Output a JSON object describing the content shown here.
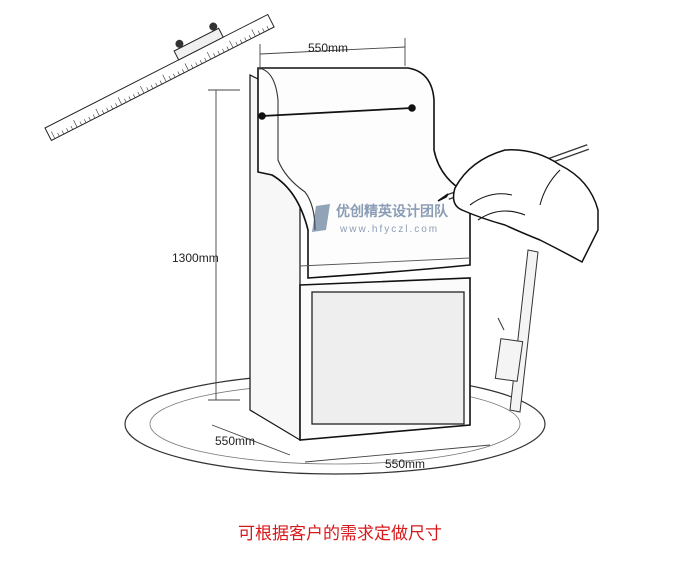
{
  "dimensions": {
    "top_width": "550mm",
    "height": "1300mm",
    "depth": "550mm",
    "bottom_width": "550mm"
  },
  "watermark": {
    "brand": "优创精英设计团队",
    "url": "www.hfyczl.com"
  },
  "caption": "可根据客户的需求定做尺寸"
}
